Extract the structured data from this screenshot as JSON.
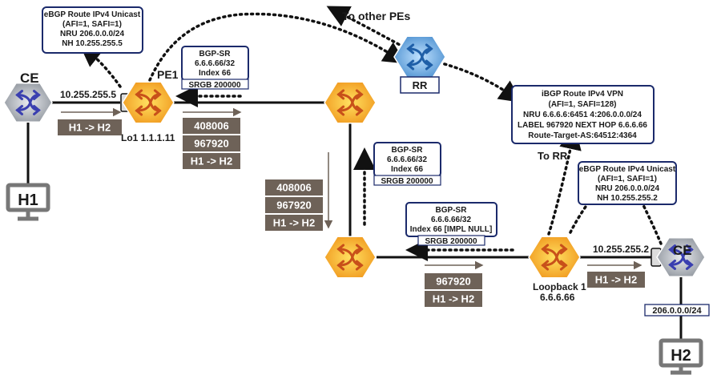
{
  "nodes": {
    "ce_left": "CE",
    "ce_right": "CE",
    "pe1": "PE1",
    "rr": "RR",
    "h1": "H1",
    "h2": "H2"
  },
  "labels": {
    "to_other_pes": "To other PEs",
    "to_rr": "To RR",
    "lo1": "Lo1 1.1.1.11",
    "loopback1_line1": "Loopback 1",
    "loopback1_line2": "6.6.6.66",
    "link_left": "10.255.255.5",
    "link_right": "10.255.255.2",
    "subnet_right": "206.0.0.0/24"
  },
  "callouts": {
    "ebgp_left": [
      "eBGP Route IPv4 Unicast",
      "(AFI=1, SAFI=1)",
      "NRU 206.0.0.0/24",
      "NH 10.255.255.5"
    ],
    "ibgp_vpn": [
      "iBGP Route IPv4 VPN",
      "(AFI=1, SAFI=128)",
      "NRU 6.6.6.6:6451  4:206.0.0.0/24",
      "LABEL 967920   NEXT HOP 6.6.6.66",
      "Route-Target-AS:64512:4364"
    ],
    "ebgp_right": [
      "eBGP Route IPv4 Unicast",
      "(AFI=1, SAFI=1)",
      "NRU 206.0.0.0/24",
      "NH 10.255.255.2"
    ],
    "bgpsr_top": [
      "BGP-SR",
      "6.6.6.66/32",
      "Index 66"
    ],
    "bgpsr_mid": [
      "BGP-SR",
      "6.6.6.66/32",
      "Index 66"
    ],
    "bgpsr_bottom": [
      "BGP-SR",
      "6.6.6.66/32",
      "Index 66 [IMPL NULL]"
    ]
  },
  "srgb": {
    "top": "SRGB 200000",
    "mid": "SRGB 200000",
    "bottom": "SRGB 200000"
  },
  "stacks": {
    "ce_left_pkt": [
      "H1 -> H2"
    ],
    "pe1_out": [
      "408006",
      "967920",
      "H1 -> H2"
    ],
    "vertical": [
      "408006",
      "967920",
      "H1 -> H2"
    ],
    "bottom": [
      "967920",
      "H1 -> H2"
    ],
    "ce_right_pkt": [
      "H1 -> H2"
    ]
  },
  "colors": {
    "router_orange": "#f29a1f",
    "router_yellow": "#ffd23a",
    "rr_blue": "#5a9fd6",
    "ce_gray": "#9aa0a8",
    "stack_brown": "#6e6258",
    "callout_border": "#1b2a6b"
  }
}
